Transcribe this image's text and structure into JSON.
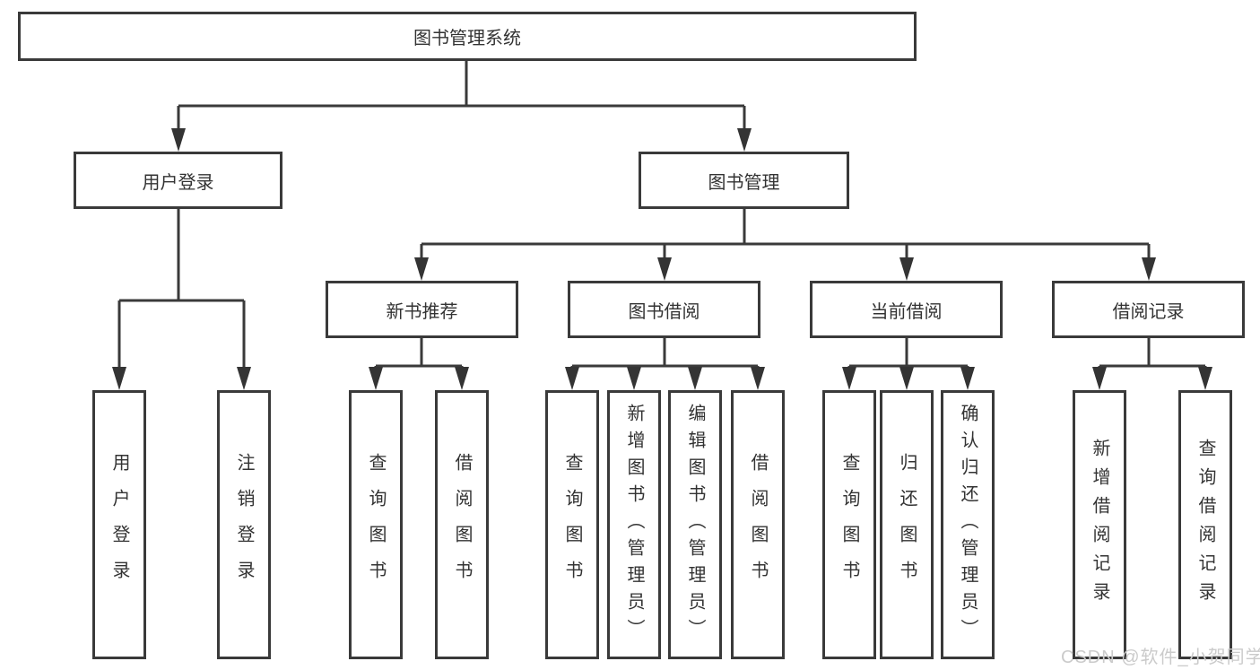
{
  "colors": {
    "line": "#3a3a3a",
    "box_border": "#3a3a3a",
    "box_background": "#ffffff",
    "text": "#333333",
    "watermark": "#cbcbcb"
  },
  "tree": {
    "root": {
      "label": "图书管理系统"
    },
    "branches": [
      {
        "label": "用户登录",
        "children": [
          {
            "label": "用户登录"
          },
          {
            "label": "注销登录"
          }
        ]
      },
      {
        "label": "图书管理",
        "children": [
          {
            "label": "新书推荐",
            "children": [
              {
                "label": "查询图书"
              },
              {
                "label": "借阅图书"
              }
            ]
          },
          {
            "label": "图书借阅",
            "children": [
              {
                "label": "查询图书"
              },
              {
                "label": "新增图书（管理员）"
              },
              {
                "label": "编辑图书（管理员）"
              },
              {
                "label": "借阅图书"
              }
            ]
          },
          {
            "label": "当前借阅",
            "children": [
              {
                "label": "查询图书"
              },
              {
                "label": "归还图书"
              },
              {
                "label": "确认归还（管理员）"
              }
            ]
          },
          {
            "label": "借阅记录",
            "children": [
              {
                "label": "新增借阅记录"
              },
              {
                "label": "查询借阅记录"
              }
            ]
          }
        ]
      }
    ]
  },
  "watermark": {
    "text": "CSDN @软件_小贺同学"
  }
}
